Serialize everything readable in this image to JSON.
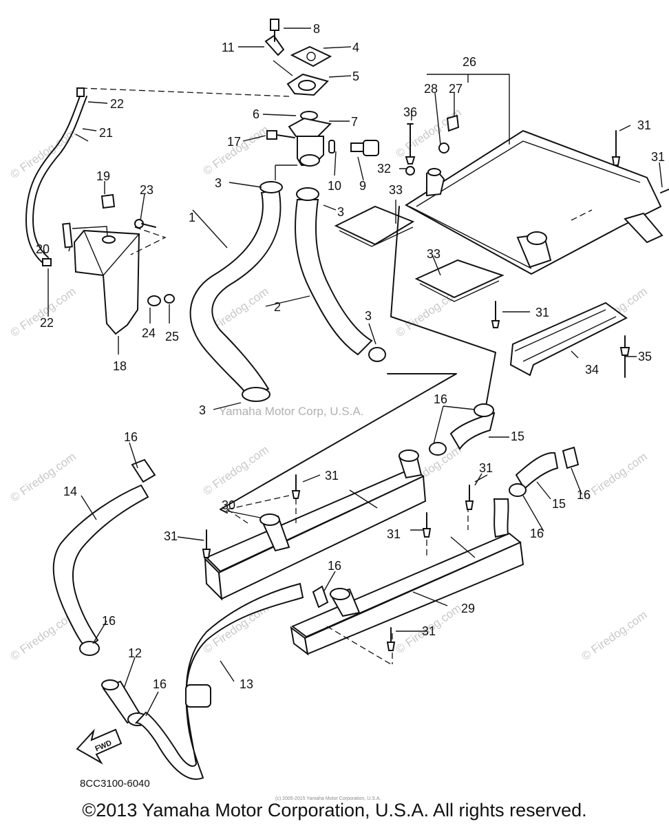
{
  "diagram": {
    "callouts": {
      "c1": "1",
      "c2": "2",
      "c3a": "3",
      "c3b": "3",
      "c3c": "3",
      "c3d": "3",
      "c4": "4",
      "c5": "5",
      "c6": "6",
      "c7": "7",
      "c8": "8",
      "c9": "9",
      "c10": "10",
      "c11": "11",
      "c12": "12",
      "c13": "13",
      "c14": "14",
      "c15a": "15",
      "c15b": "15",
      "c16a": "16",
      "c16b": "16",
      "c16c": "16",
      "c16d": "16",
      "c16e": "16",
      "c16f": "16",
      "c16g": "16",
      "c17": "17",
      "c18": "18",
      "c19": "19",
      "c20": "20",
      "c21": "21",
      "c22a": "22",
      "c22b": "22",
      "c23": "23",
      "c24": "24",
      "c25": "25",
      "c26": "26",
      "c27": "27",
      "c28": "28",
      "c29": "29",
      "c30": "30",
      "c31a": "31",
      "c31b": "31",
      "c31c": "31",
      "c31d": "31",
      "c31e": "31",
      "c31f": "31",
      "c31g": "31",
      "c32": "32",
      "c33a": "33",
      "c33b": "33",
      "c34": "34",
      "c35": "35",
      "c36": "36"
    },
    "fwd_label": "FWD",
    "corp_watermark": "Yamaha Motor Corp, U.S.A.",
    "site_watermark": "© Firedog.com",
    "diagram_code": "8CC3100-6040",
    "small_print": "(c) 2005-2015 Yamaha Motor Corporation, U.S.A."
  },
  "footer": {
    "copyright": "©2013 Yamaha Motor Corporation, U.S.A. All rights reserved."
  }
}
